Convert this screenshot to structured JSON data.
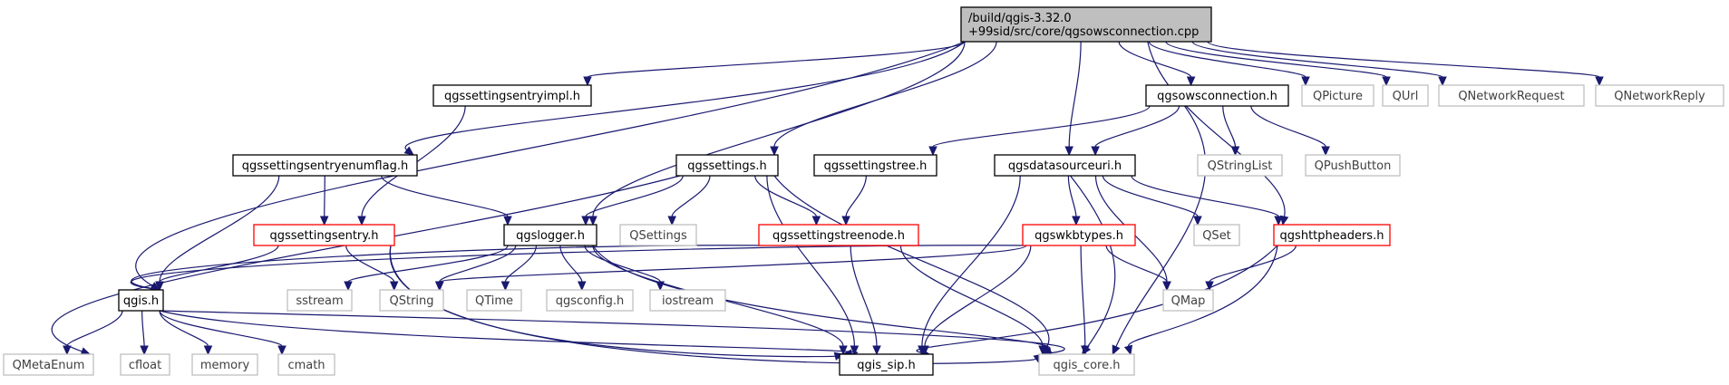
{
  "colors": {
    "edge": "#191970",
    "root_fill": "#bfbfbf",
    "box_fill": "#ffffff",
    "box_border": "#000000",
    "highlight_border": "#ff0000",
    "external_border": "#bfbfbf",
    "external_text": "#404040",
    "text": "#000000"
  },
  "nodes": [
    {
      "id": "root",
      "lines": [
        "/build/qgis-3.32.0",
        "+99sid/src/core/qgsowsconnection.cpp"
      ],
      "style": "root"
    },
    {
      "id": "qgssettingsentryimpl",
      "lines": [
        "qgssettingsentryimpl.h"
      ],
      "style": "normal"
    },
    {
      "id": "qgsowsconnection",
      "lines": [
        "qgsowsconnection.h"
      ],
      "style": "normal"
    },
    {
      "id": "QPicture",
      "lines": [
        "QPicture"
      ],
      "style": "external"
    },
    {
      "id": "QUrl",
      "lines": [
        "QUrl"
      ],
      "style": "external"
    },
    {
      "id": "QNetworkRequest",
      "lines": [
        "QNetworkRequest"
      ],
      "style": "external"
    },
    {
      "id": "QNetworkReply",
      "lines": [
        "QNetworkReply"
      ],
      "style": "external"
    },
    {
      "id": "qgssettingsentryenumflag",
      "lines": [
        "qgssettingsentryenumflag.h"
      ],
      "style": "normal"
    },
    {
      "id": "qgssettings",
      "lines": [
        "qgssettings.h"
      ],
      "style": "normal"
    },
    {
      "id": "qgssettingstree",
      "lines": [
        "qgssettingstree.h"
      ],
      "style": "normal"
    },
    {
      "id": "qgsdatasourceuri",
      "lines": [
        "qgsdatasourceuri.h"
      ],
      "style": "normal"
    },
    {
      "id": "QStringList",
      "lines": [
        "QStringList"
      ],
      "style": "external"
    },
    {
      "id": "QPushButton",
      "lines": [
        "QPushButton"
      ],
      "style": "external"
    },
    {
      "id": "qgssettingsentry",
      "lines": [
        "qgssettingsentry.h"
      ],
      "style": "highlight"
    },
    {
      "id": "qgslogger",
      "lines": [
        "qgslogger.h"
      ],
      "style": "normal"
    },
    {
      "id": "QSettings",
      "lines": [
        "QSettings"
      ],
      "style": "external"
    },
    {
      "id": "qgssettingstreenode",
      "lines": [
        "qgssettingstreenode.h"
      ],
      "style": "highlight"
    },
    {
      "id": "qgswkbtypes",
      "lines": [
        "qgswkbtypes.h"
      ],
      "style": "highlight"
    },
    {
      "id": "QSet",
      "lines": [
        "QSet"
      ],
      "style": "external"
    },
    {
      "id": "qgshttpheaders",
      "lines": [
        "qgshttpheaders.h"
      ],
      "style": "highlight"
    },
    {
      "id": "qgis",
      "lines": [
        "qgis.h"
      ],
      "style": "normal"
    },
    {
      "id": "sstream",
      "lines": [
        "sstream"
      ],
      "style": "external"
    },
    {
      "id": "QString",
      "lines": [
        "QString"
      ],
      "style": "external"
    },
    {
      "id": "QTime",
      "lines": [
        "QTime"
      ],
      "style": "external"
    },
    {
      "id": "qgsconfig",
      "lines": [
        "qgsconfig.h"
      ],
      "style": "external"
    },
    {
      "id": "iostream",
      "lines": [
        "iostream"
      ],
      "style": "external"
    },
    {
      "id": "QMap",
      "lines": [
        "QMap"
      ],
      "style": "external"
    },
    {
      "id": "QMetaEnum",
      "lines": [
        "QMetaEnum"
      ],
      "style": "external"
    },
    {
      "id": "cfloat",
      "lines": [
        "cfloat"
      ],
      "style": "external"
    },
    {
      "id": "memory",
      "lines": [
        "memory"
      ],
      "style": "external"
    },
    {
      "id": "cmath",
      "lines": [
        "cmath"
      ],
      "style": "external"
    },
    {
      "id": "qgis_sip",
      "lines": [
        "qgis_sip.h"
      ],
      "style": "normal"
    },
    {
      "id": "qgis_core",
      "lines": [
        "qgis_core.h"
      ],
      "style": "external"
    }
  ],
  "edges": [
    {
      "from": "root",
      "to": "qgssettingsentryimpl"
    },
    {
      "from": "root",
      "to": "qgsowsconnection"
    },
    {
      "from": "root",
      "to": "QPicture"
    },
    {
      "from": "root",
      "to": "QUrl"
    },
    {
      "from": "root",
      "to": "QNetworkRequest"
    },
    {
      "from": "root",
      "to": "QNetworkReply"
    },
    {
      "from": "root",
      "to": "qgssettingsentryenumflag"
    },
    {
      "from": "root",
      "to": "qgssettings"
    },
    {
      "from": "root",
      "to": "qgsdatasourceuri"
    },
    {
      "from": "root",
      "to": "qgshttpheaders"
    },
    {
      "from": "root",
      "to": "qgis"
    },
    {
      "from": "root",
      "to": "qgslogger"
    },
    {
      "from": "qgssettingsentryimpl",
      "to": "qgssettingsentry"
    },
    {
      "from": "qgsowsconnection",
      "to": "qgssettingstree"
    },
    {
      "from": "qgsowsconnection",
      "to": "qgsdatasourceuri"
    },
    {
      "from": "qgsowsconnection",
      "to": "QStringList"
    },
    {
      "from": "qgsowsconnection",
      "to": "QPushButton"
    },
    {
      "from": "qgsowsconnection",
      "to": "qgis_core"
    },
    {
      "from": "qgssettingsentryenumflag",
      "to": "qgssettingsentry"
    },
    {
      "from": "qgssettingsentryenumflag",
      "to": "qgslogger"
    },
    {
      "from": "qgssettingsentryenumflag",
      "to": "qgis"
    },
    {
      "from": "qgssettings",
      "to": "qgslogger"
    },
    {
      "from": "qgssettings",
      "to": "QSettings"
    },
    {
      "from": "qgssettings",
      "to": "qgssettingstreenode"
    },
    {
      "from": "qgssettings",
      "to": "QMetaEnum"
    },
    {
      "from": "qgssettings",
      "to": "qgis_sip"
    },
    {
      "from": "qgssettings",
      "to": "qgis_core"
    },
    {
      "from": "qgssettingstree",
      "to": "qgssettingstreenode"
    },
    {
      "from": "qgsdatasourceuri",
      "to": "qgswkbtypes"
    },
    {
      "from": "qgsdatasourceuri",
      "to": "QSet"
    },
    {
      "from": "qgsdatasourceuri",
      "to": "qgshttpheaders"
    },
    {
      "from": "qgsdatasourceuri",
      "to": "QMap"
    },
    {
      "from": "qgsdatasourceuri",
      "to": "qgis_sip"
    },
    {
      "from": "qgsdatasourceuri",
      "to": "qgis_core"
    },
    {
      "from": "qgssettingsentry",
      "to": "qgis"
    },
    {
      "from": "qgssettingsentry",
      "to": "QString"
    },
    {
      "from": "qgssettingsentry",
      "to": "qgis_sip"
    },
    {
      "from": "qgssettingsentry",
      "to": "qgis_core"
    },
    {
      "from": "qgslogger",
      "to": "sstream"
    },
    {
      "from": "qgslogger",
      "to": "QString"
    },
    {
      "from": "qgslogger",
      "to": "QTime"
    },
    {
      "from": "qgslogger",
      "to": "qgsconfig"
    },
    {
      "from": "qgslogger",
      "to": "iostream"
    },
    {
      "from": "qgslogger",
      "to": "qgis_sip"
    },
    {
      "from": "qgslogger",
      "to": "qgis_core"
    },
    {
      "from": "qgssettingstreenode",
      "to": "qgis"
    },
    {
      "from": "qgssettingstreenode",
      "to": "qgis_sip"
    },
    {
      "from": "qgssettingstreenode",
      "to": "qgis_core"
    },
    {
      "from": "qgswkbtypes",
      "to": "qgis"
    },
    {
      "from": "qgswkbtypes",
      "to": "QString"
    },
    {
      "from": "qgswkbtypes",
      "to": "QMap"
    },
    {
      "from": "qgswkbtypes",
      "to": "qgis_sip"
    },
    {
      "from": "qgswkbtypes",
      "to": "qgis_core"
    },
    {
      "from": "qgshttpheaders",
      "to": "QMap"
    },
    {
      "from": "qgshttpheaders",
      "to": "qgis_sip"
    },
    {
      "from": "qgshttpheaders",
      "to": "qgis_core"
    },
    {
      "from": "qgis",
      "to": "QMetaEnum"
    },
    {
      "from": "qgis",
      "to": "cfloat"
    },
    {
      "from": "qgis",
      "to": "memory"
    },
    {
      "from": "qgis",
      "to": "cmath"
    },
    {
      "from": "qgis",
      "to": "qgis_sip"
    },
    {
      "from": "qgis",
      "to": "qgis_core"
    }
  ]
}
